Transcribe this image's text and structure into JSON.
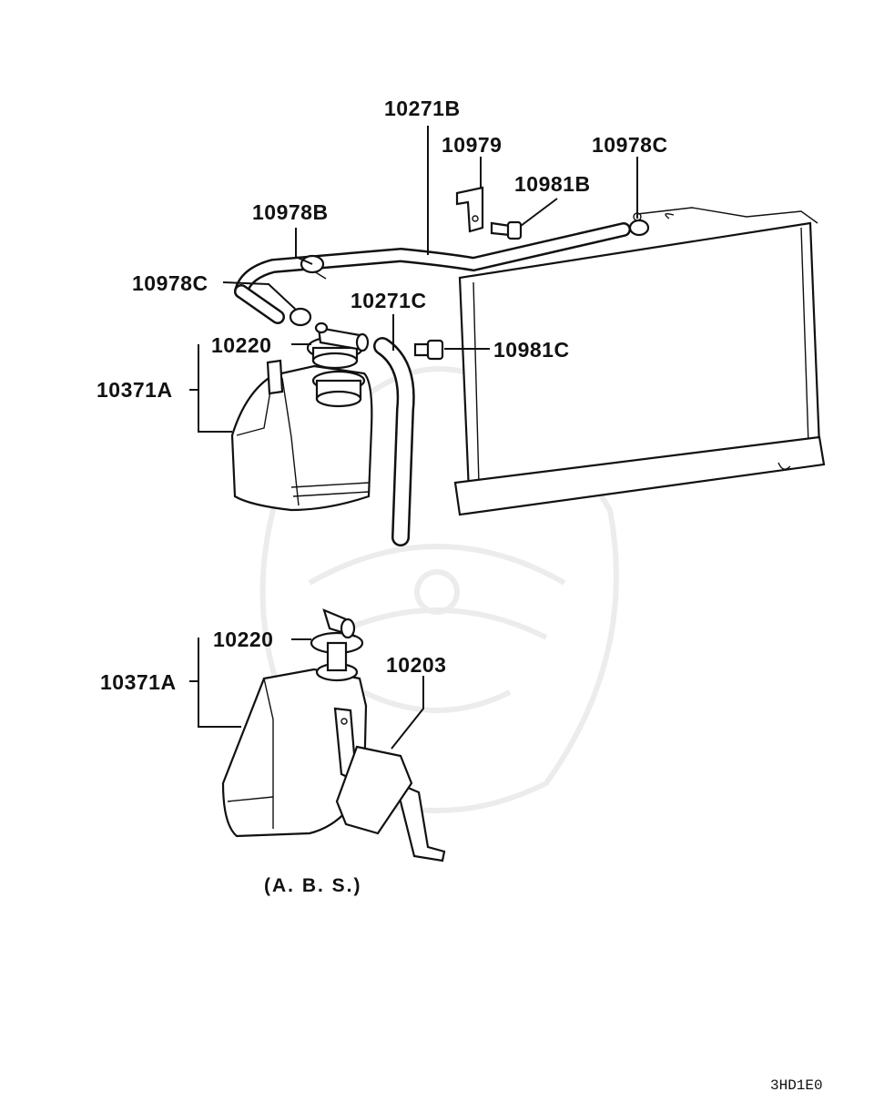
{
  "diagram": {
    "labels": {
      "hose_upper": "10271B",
      "bracket": "10979",
      "clamp_right": "10978C",
      "bolt_upper": "10981B",
      "clamp_left_b": "10978B",
      "clamp_left_c": "10978C",
      "hose_lower": "10271C",
      "cap_top": "10220",
      "bolt_lower": "10981C",
      "tank_top": "10371A",
      "cap_bottom": "10220",
      "tank_bottom": "10371A",
      "bracket_abs": "10203"
    },
    "abs_caption": "(A. B. S.)",
    "diagram_code": "3HD1E0"
  }
}
